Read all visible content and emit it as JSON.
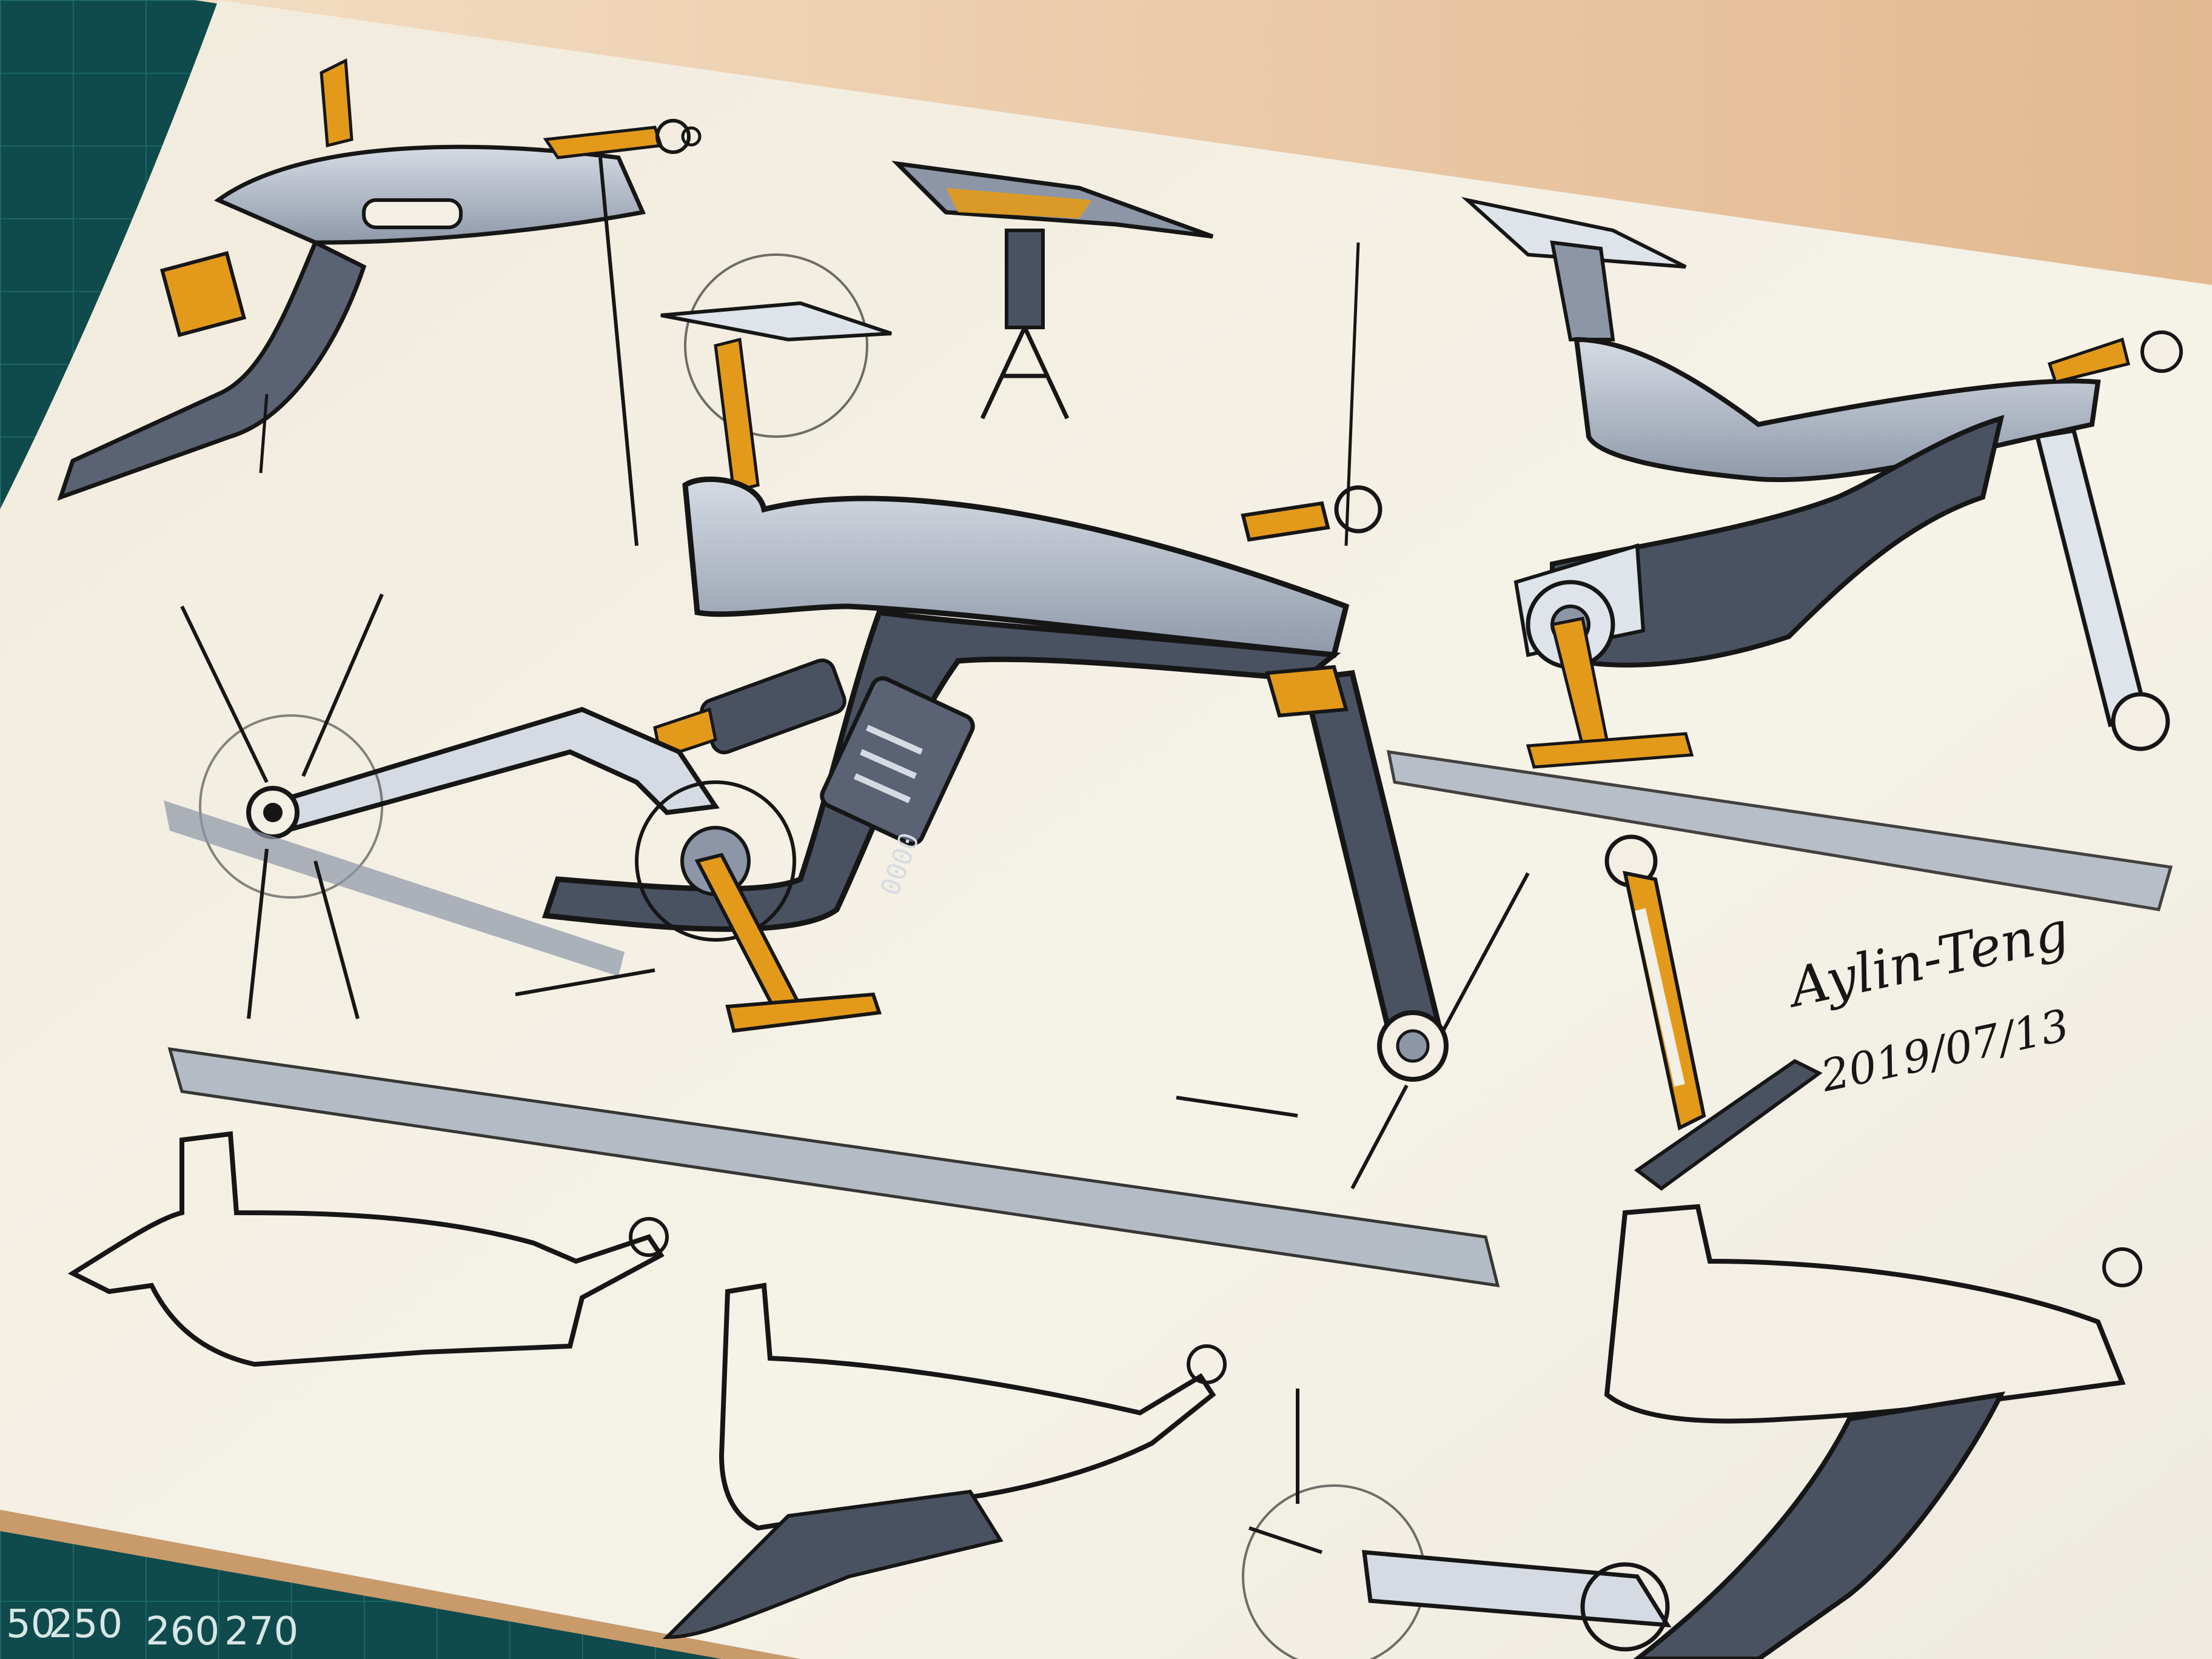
{
  "photo": {
    "subject": "Sketchbook page with marker drawings of an exercise bike",
    "colors": {
      "cutting_mat": "#0f4a4d",
      "mat_grid": "#2f8c8f",
      "paper": "#f3efe4",
      "paper_edge": "#e8c9a6",
      "ink": "#161616",
      "marker_gray": "#8c96a6",
      "marker_dark": "#4a5262",
      "marker_orange": "#e39a1b"
    }
  },
  "mat_ruler": {
    "labels": [
      "50",
      "250",
      "260",
      "270"
    ]
  },
  "sketch_notes": {
    "signature": "Aylin-Teng",
    "date": "2019/07/13",
    "badge_mark": "0000"
  }
}
